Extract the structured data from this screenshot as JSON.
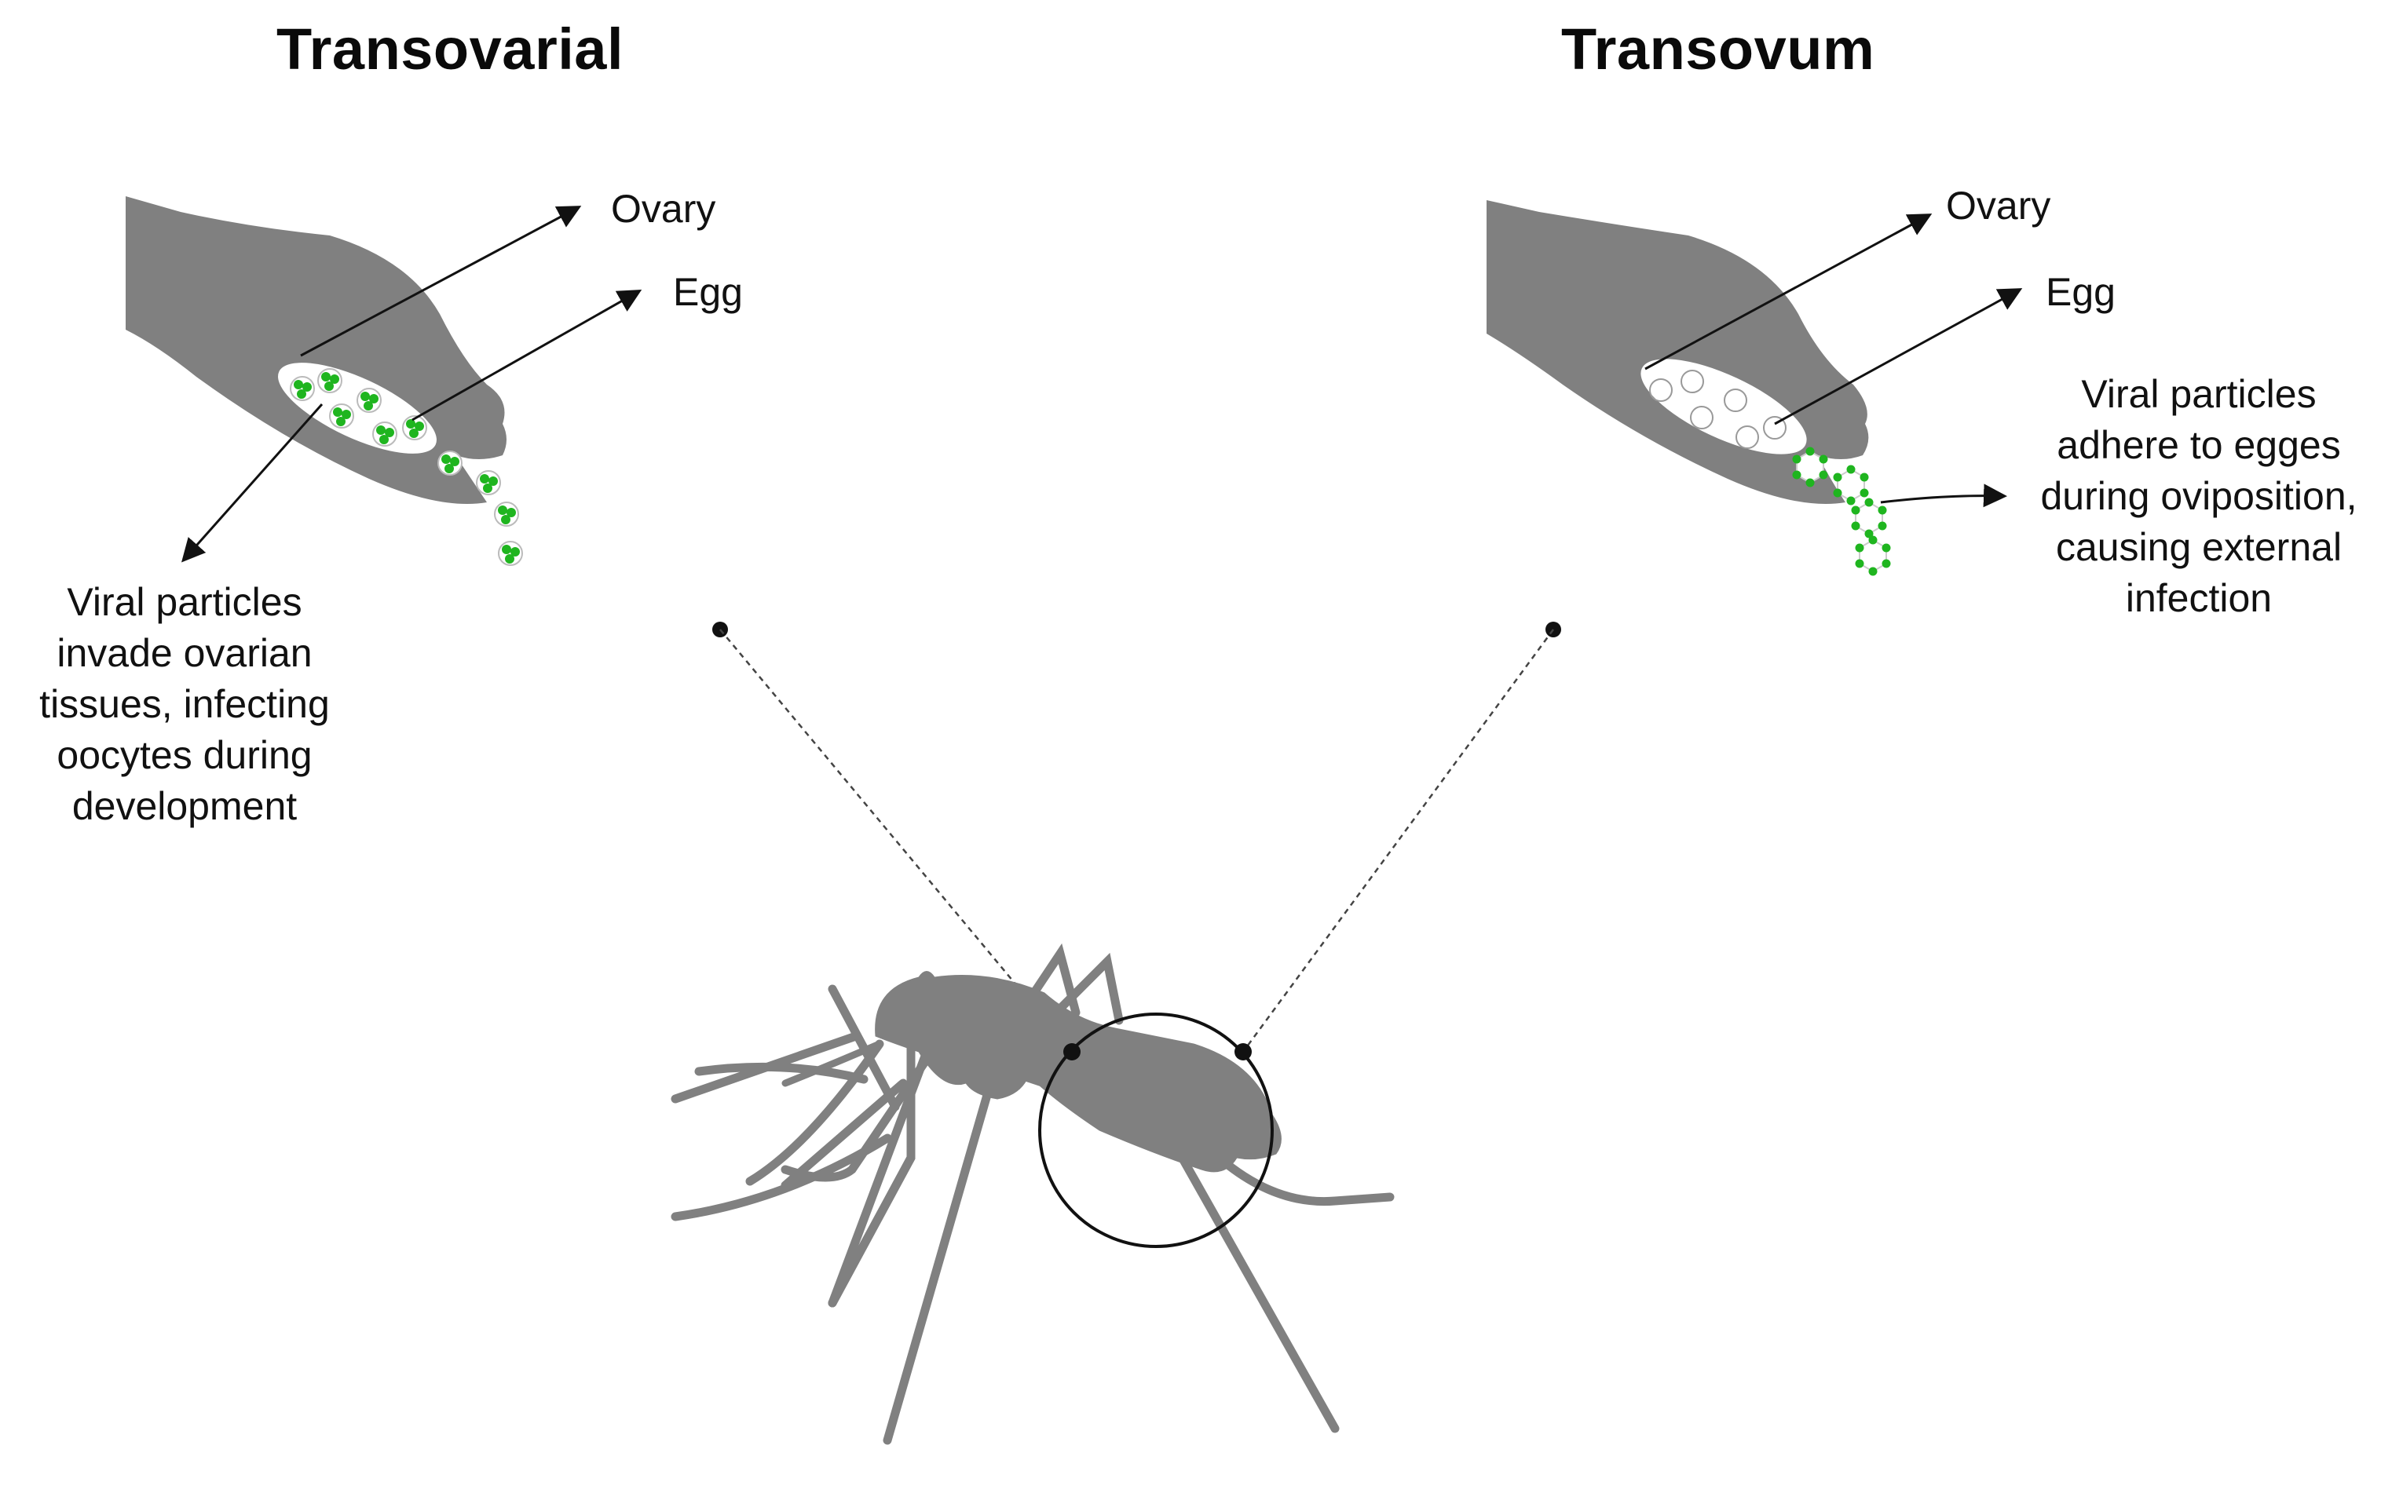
{
  "left_panel": {
    "title": "Transovarial",
    "labels": {
      "ovary": "Ovary",
      "egg": "Egg"
    },
    "caption_lines": [
      "Viral particles",
      "invade ovarian",
      "tissues, infecting",
      "oocytes during",
      "development"
    ]
  },
  "right_panel": {
    "title": "Transovum",
    "labels": {
      "ovary": "Ovary",
      "egg": "Egg"
    },
    "caption_lines": [
      "Viral particles",
      "adhere to egges",
      "during oviposition,",
      "causing external",
      "infection"
    ]
  },
  "center": {
    "subject_icon": "mosquito-silhouette-icon",
    "zoom_indicator": "magnifier-circle"
  },
  "colors": {
    "silhouette_gray": "#808080",
    "virus_green": "#1fb51f",
    "line_black": "#111111",
    "background": "#ffffff"
  }
}
